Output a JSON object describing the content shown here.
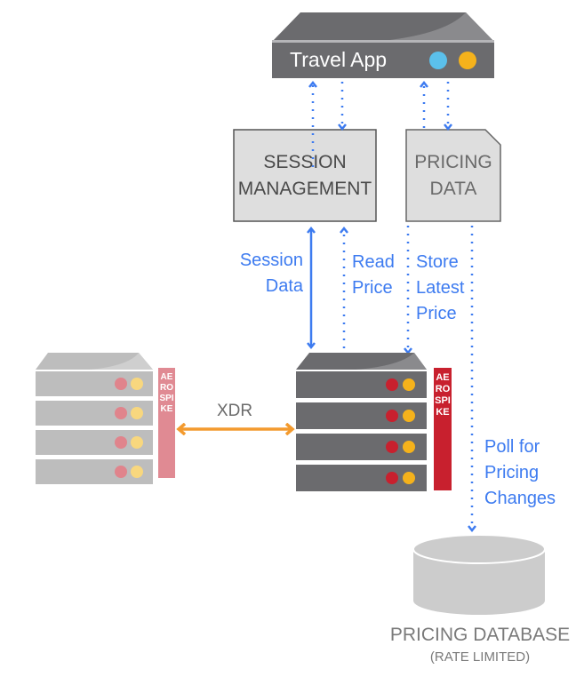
{
  "travel_app": {
    "title": "Travel App",
    "indicator_colors": [
      "#5bc0eb",
      "#f5b21b"
    ]
  },
  "session_management": {
    "line1": "SESSION",
    "line2": "MANAGEMENT"
  },
  "pricing_data": {
    "line1": "PRICING",
    "line2": "DATA"
  },
  "flows": {
    "session_data": {
      "line1": "Session",
      "line2": "Data"
    },
    "read_price": {
      "line1": "Read",
      "line2": "Price"
    },
    "store_latest_price": {
      "line1": "Store",
      "line2": "Latest",
      "line3": "Price"
    },
    "poll_for_pricing_changes": {
      "line1": "Poll for",
      "line2": "Pricing",
      "line3": "Changes"
    },
    "xdr": "XDR"
  },
  "clusters": {
    "brand": "AEROSPIKE",
    "primary_led_colors": [
      "#c8202e",
      "#f5b21b"
    ],
    "replica_led_colors": [
      "#e0848c",
      "#f8d77e"
    ]
  },
  "pricing_database": {
    "title": "PRICING DATABASE",
    "subtitle": "(RATE LIMITED)"
  },
  "colors": {
    "arrow_blue": "#3d7bf0",
    "arrow_orange": "#f39a2e",
    "brand_red": "#c8202e",
    "brand_red_faded": "#e08a93",
    "server_dark": "#6b6b6e",
    "server_light": "#bdbdbd",
    "box_fill": "#dedede"
  }
}
